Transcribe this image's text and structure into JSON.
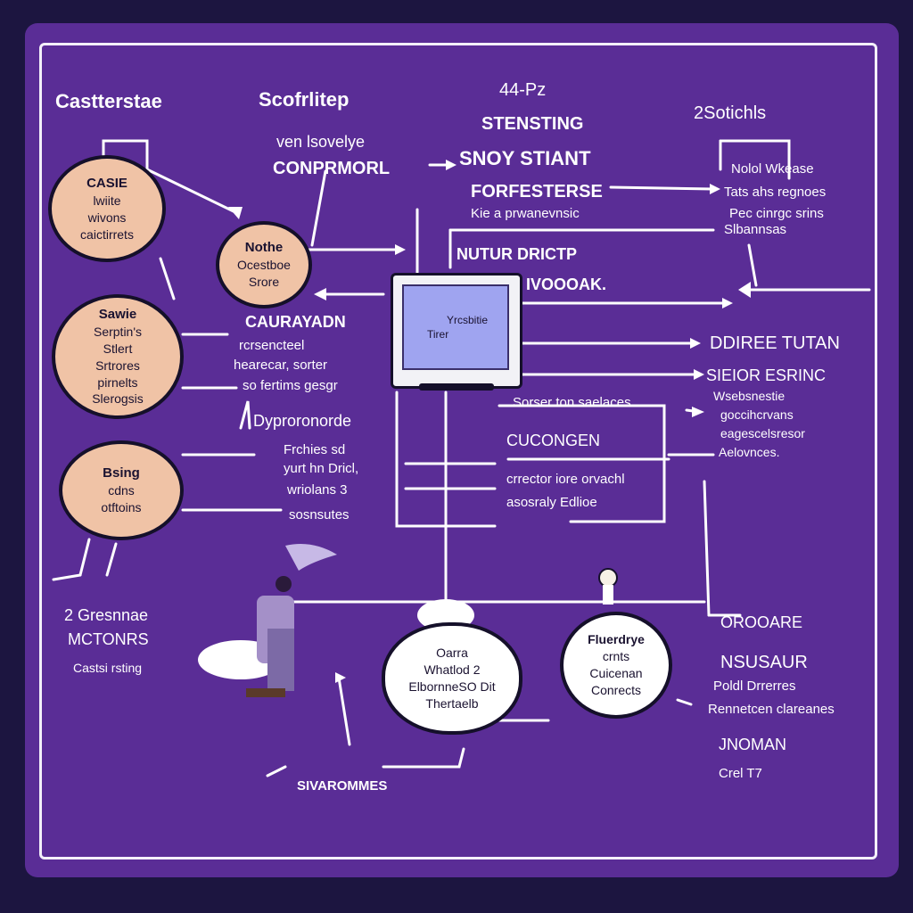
{
  "headers": {
    "h1": "Castterstae",
    "h2": "Scofrlitep",
    "h3_top": "44-Pz",
    "h4": "2Sotichls"
  },
  "center_block": {
    "sub": "ven lsovelye",
    "title": "CONPRMORL",
    "l1": "STENSTING",
    "l2": "SNOY STIANT",
    "l3": "FORFESTERSE",
    "l4": "Kie a prwanevnsic"
  },
  "right_top": {
    "title": "Nolol Wkease",
    "l1": "Tats ahs regnoes",
    "l2": "Pec cinrgc srins",
    "l3": "Slbannsas"
  },
  "circles": [
    {
      "title": "CASIE",
      "lines": [
        "lwiite",
        "wivons",
        "caictirrets"
      ]
    },
    {
      "title": "Nothe",
      "lines": [
        "Ocestboe",
        "Srore"
      ]
    },
    {
      "title": "Sawie",
      "lines": [
        "Serptin's",
        "Stlert",
        "Srtrores",
        "pirnelts",
        "Slerogsis"
      ]
    },
    {
      "title": "Bsing",
      "lines": [
        "cdns",
        "otftoins"
      ]
    }
  ],
  "mid_left": {
    "title": "CAURAYADN",
    "l1": "rcrsencteel",
    "l2": "hearecar, sorter",
    "l3": "so fertims gesgr"
  },
  "monitor": {
    "label": "Yrcsbitie",
    "label2": "Tirer"
  },
  "nutur": {
    "l1": "NUTUR DRICTP",
    "l2": "IVOOOAK."
  },
  "right_mid": {
    "t1": "DDIREE TUTAN",
    "t2": "SIEIOR ESRINC",
    "l1": "Wsebsnestie",
    "l2": "goccihcrvans",
    "l3": "eagescelsresor",
    "l4": "Aelovnces."
  },
  "lower_mid": {
    "title": "Dyproronorde",
    "l1": "Frchies sd",
    "l2": "yurt hn Dricl,",
    "l3": "wriolans 3",
    "l4": "sosnsutes"
  },
  "center_list": {
    "l1": "Sorser ton saelaces",
    "title": "CUCONGEN",
    "l2": "crrector iore orvachl",
    "l3": "asosraly Edlioe"
  },
  "left_bottom": {
    "t1": "2 Gresnnae",
    "t2": "MCTONRS",
    "l1": "Castsi rsting"
  },
  "bottom_white": {
    "l1": "Oarra",
    "l2": "Whatlod 2",
    "l3": "ElbornneSO Dit",
    "l4": "Thertaelb"
  },
  "bottom_circle": {
    "title": "Fluerdrye",
    "l1": "crnts",
    "l2": "Cuicenan",
    "l3": "Conrects"
  },
  "bottom_label": "SIVAROMMES",
  "right_bottom": {
    "t1": "OROOARE",
    "t2": "NSUSAUR",
    "l1": "Poldl Drrerres",
    "l2": "Rennetcen clareanes",
    "t3": "JNOMAN",
    "l3": "Crel T7"
  },
  "colors": {
    "background": "#1c1540",
    "board": "#5a2d96",
    "circle_fill": "#f0c3a6",
    "screen": "#9fa4f0"
  }
}
